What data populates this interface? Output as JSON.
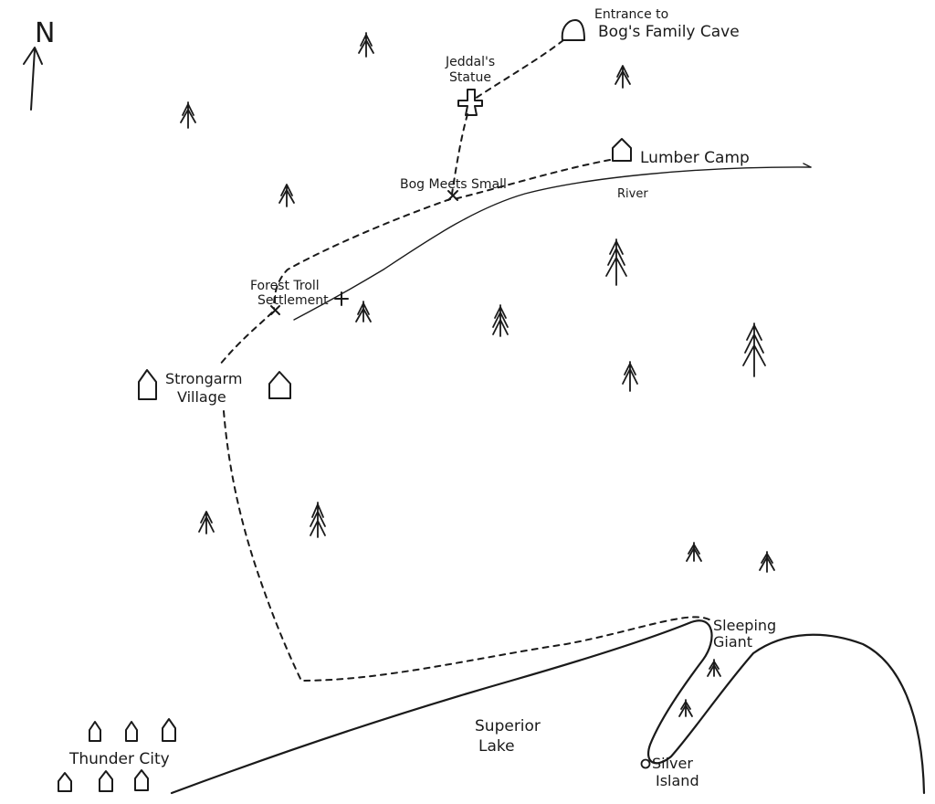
{
  "compass": {
    "letter": "N"
  },
  "labels": {
    "cave_line1": "Entrance to",
    "cave_line2": "Bog's Family Cave",
    "statue_line1": "Jeddal's",
    "statue_line2": "Statue",
    "lumber_camp": "Lumber Camp",
    "bog_meets_small": "Bog Meets Small",
    "river": "River",
    "troll_line1": "Forest Troll",
    "troll_line2": "Settlement",
    "village_line1": "Strongarm",
    "village_line2": "Village",
    "sleeping_line1": "Sleeping",
    "sleeping_line2": "Giant",
    "lake_line1": "Superior",
    "lake_line2": "Lake",
    "thunder_city": "Thunder City",
    "island_line1": "Silver",
    "island_line2": "Island"
  },
  "icons": {
    "cave": "cave-entrance-icon",
    "statue": "statue-icon",
    "lumber": "hut-icon",
    "tree": "pine-tree-icon",
    "house": "house-icon",
    "marker": "x-marker-icon"
  }
}
